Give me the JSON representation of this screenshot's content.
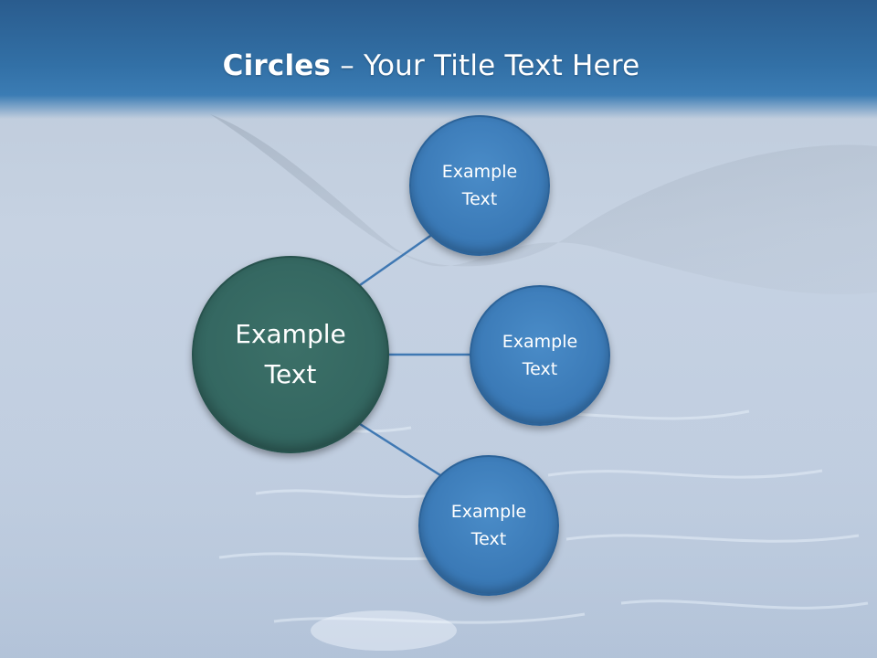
{
  "slide": {
    "title_bold": "Circles",
    "title_rest": " – Your Title Text Here"
  },
  "diagram": {
    "center": {
      "label": "Example\nText"
    },
    "satellites": [
      {
        "label": "Example\nText"
      },
      {
        "label": "Example\nText"
      },
      {
        "label": "Example\nText"
      }
    ]
  },
  "colors": {
    "header": "#3270a6",
    "center_fill": "#336660",
    "satellite_fill": "#3a79b6",
    "connector": "#3f78b3"
  }
}
